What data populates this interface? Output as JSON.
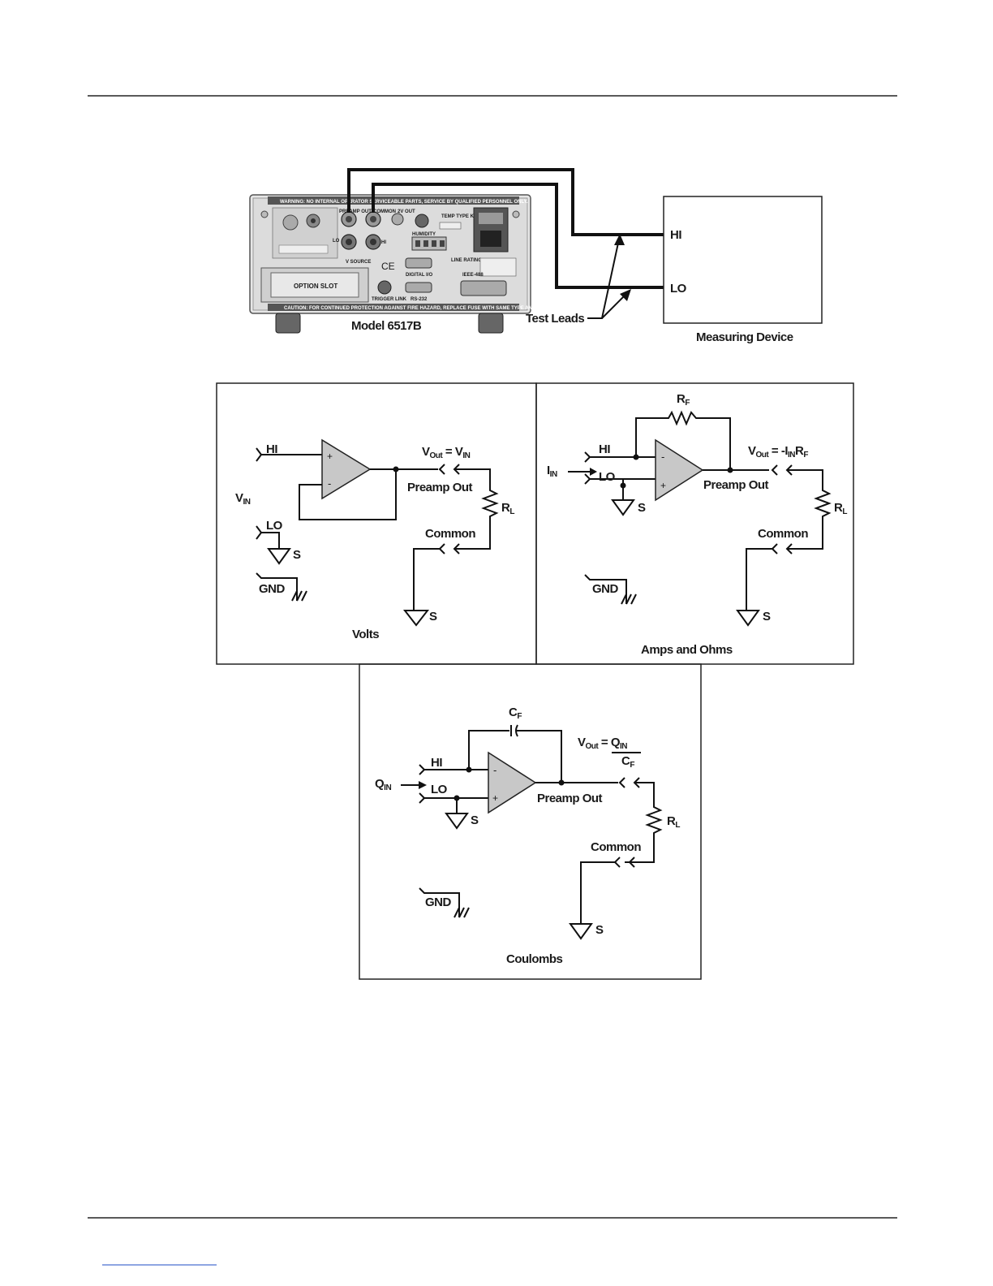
{
  "instrument": {
    "model_label": "Model 6517B",
    "warning": "WARNING: NO INTERNAL OPERATOR SERVICEABLE PARTS, SERVICE BY QUALIFIED PERSONNEL ONLY.",
    "caution": "CAUTION: FOR CONTINUED PROTECTION AGAINST FIRE HAZARD, REPLACE FUSE WITH SAME TYPE AND RATING.",
    "option_slot": "OPTION SLOT",
    "panel_labels": {
      "preamp_out": "PREAMP OUT",
      "common": "COMMON",
      "two_v_out": "2V OUT",
      "humidity": "HUMIDITY",
      "temp": "TEMP TYPE K",
      "line_rating": "LINE RATING",
      "digital_io": "DIGITAL I/O",
      "ieee": "IEEE-488",
      "rs232": "RS-232",
      "trigger_link": "TRIGGER LINK",
      "v_source": "V SOURCE",
      "lo": "LO",
      "hi": "HI",
      "ce": "CE"
    }
  },
  "measuring_device": {
    "title": "Measuring Device",
    "hi": "HI",
    "lo": "LO"
  },
  "test_leads_label": "Test Leads",
  "volts": {
    "caption": "Volts",
    "hi": "HI",
    "lo": "LO",
    "gnd": "GND",
    "s": "S",
    "vin": "V",
    "vin_sub": "IN",
    "vout": "V",
    "vout_sub": "Out",
    "equals": " = V",
    "equals_sub": "IN",
    "preamp_out": "Preamp Out",
    "common": "Common",
    "rl": "R",
    "rl_sub": "L",
    "plus": "+",
    "minus": "-"
  },
  "amps": {
    "caption": "Amps and Ohms",
    "hi": "HI",
    "lo": "LO",
    "gnd": "GND",
    "s": "S",
    "iin": "I",
    "iin_sub": "IN",
    "rf": "R",
    "rf_sub": "F",
    "vout": "V",
    "vout_sub": "Out",
    "eq_part1": " = -I",
    "eq_sub1": "IN",
    "eq_part2": "R",
    "eq_sub2": "F",
    "preamp_out": "Preamp Out",
    "common": "Common",
    "rl": "R",
    "rl_sub": "L",
    "plus": "+",
    "minus": "-"
  },
  "coulombs": {
    "caption": "Coulombs",
    "hi": "HI",
    "lo": "LO",
    "gnd": "GND",
    "s": "S",
    "qin": "Q",
    "qin_sub": "IN",
    "cf": "C",
    "cf_sub": "F",
    "vout": "V",
    "vout_sub": "Out",
    "eq": " = Q",
    "eq_sub": "IN",
    "den": "C",
    "den_sub": "F",
    "preamp_out": "Preamp Out",
    "common": "Common",
    "rl": "R",
    "rl_sub": "L",
    "plus": "+",
    "minus": "-"
  }
}
